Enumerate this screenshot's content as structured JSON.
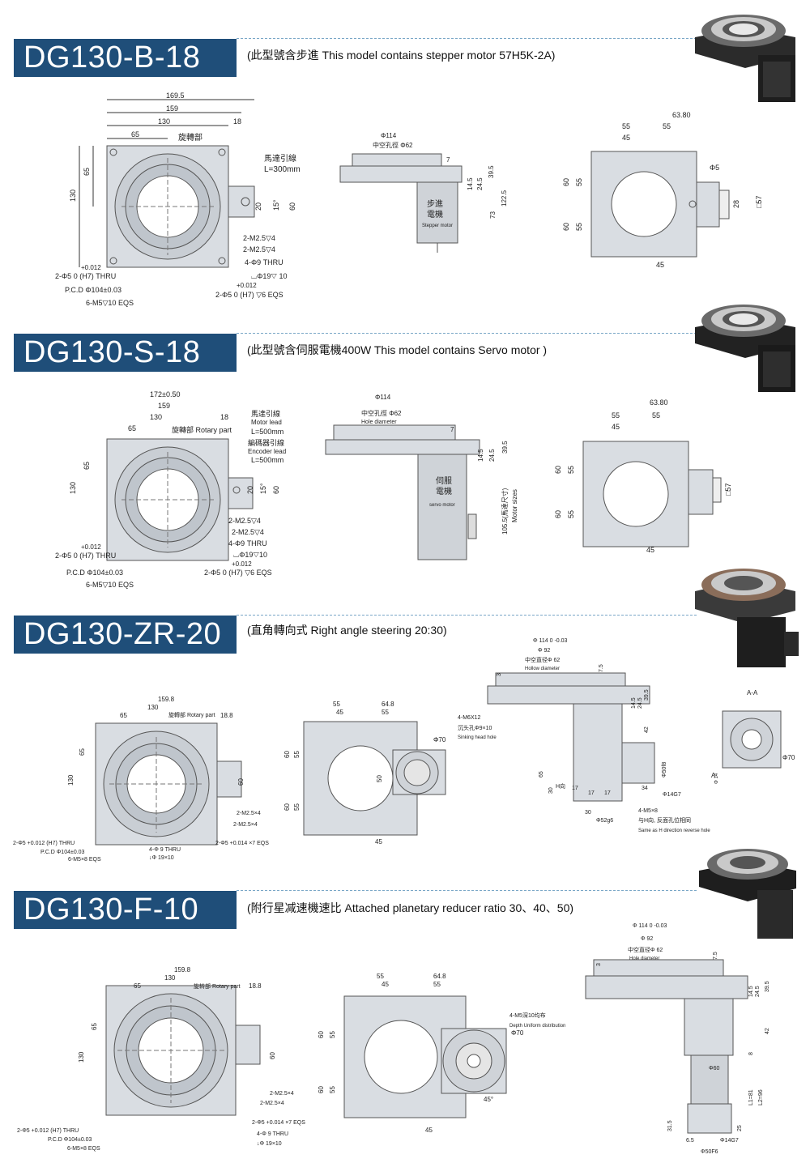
{
  "sections": [
    {
      "title": "DG130-B-18",
      "description": "(此型號含步進 This model contains stepper motor 57H5K-2A)",
      "top_view": {
        "dims": [
          "169.5",
          "159",
          "130",
          "65",
          "18",
          "65",
          "130",
          "20",
          "15°",
          "60"
        ],
        "labels": [
          "旋轉部",
          "馬達引線",
          "L=300mm",
          "2-M2.5▽4",
          "2-M2.5▽4",
          "4-Φ9 THRU",
          "⌴Φ19▽ 10",
          "+0.012",
          "2-Φ5   0  (H7) THRU",
          "P.C.D  Φ104±0.03",
          "6-M5▽10 EQS",
          "+0.012",
          "2-Φ5   0  (H7) ▽6 EQS"
        ]
      },
      "side_view": {
        "dims": [
          "Φ114",
          "中空孔徑  Φ62",
          "7",
          "14.5",
          "24.5",
          "39.5",
          "73",
          "122.5"
        ],
        "motor_label": [
          "步進",
          "電機",
          "Stepper motor"
        ]
      },
      "bottom_view": {
        "dims": [
          "63.80",
          "55",
          "55",
          "45",
          "Φ5",
          "60",
          "55",
          "60",
          "55",
          "28",
          "□57",
          "45"
        ]
      }
    },
    {
      "title": "DG130-S-18",
      "description": "(此型號含伺服電機400W  This model contains Servo motor )",
      "top_view": {
        "dims": [
          "172±0.50",
          "159",
          "130",
          "65",
          "18",
          "65",
          "130",
          "20",
          "15°",
          "60"
        ],
        "labels": [
          "旋轉部 Rotary part",
          "馬達引線",
          "Motor lead",
          "L=500mm",
          "編碼器引線",
          "Encoder lead",
          "L=500mm",
          "2-M2.5▽4",
          "2-M2.5▽4",
          "4-Φ9 THRU",
          "⌴Φ19▽10",
          "+0.012",
          "2-Φ5   0  (H7) THRU",
          "P.C.D  Φ104±0.03",
          "6-M5▽10 EQS",
          "+0.012",
          "2-Φ5   0  (H7) ▽6 EQS"
        ]
      },
      "side_view": {
        "dims": [
          "Φ114",
          "中空孔徑  Φ62",
          "Hole diameter",
          "7",
          "14.5",
          "24.5",
          "39.5",
          "105.5(馬達尺寸)",
          "Motor sizes"
        ],
        "motor_label": [
          "伺服",
          "電機",
          "servo motor"
        ]
      },
      "bottom_view": {
        "dims": [
          "63.80",
          "55",
          "55",
          "45",
          "60",
          "55",
          "60",
          "55",
          "□57",
          "45"
        ]
      }
    },
    {
      "title": "DG130-ZR-20",
      "description": "(直角轉向式 Right angle steering 20:30)",
      "top_view": {
        "dims": [
          "159.8",
          "130",
          "65",
          "18.8",
          "65",
          "130",
          "60"
        ],
        "labels": [
          "旋轉部 Rotary part",
          "2-M2.5×4",
          "2-M2.5×4",
          "2-Φ5 +0.012 (H7) THRU",
          "P.C.D Φ104±0.03",
          "6-M5×8 EQS",
          "4-Φ 9 THRU",
          "↓Φ 19×10",
          "2-Φ5 +0.014 ×7 EQS"
        ]
      },
      "bottom_view": {
        "dims": [
          "55",
          "45",
          "64.8",
          "55",
          "60",
          "55",
          "60",
          "55",
          "50",
          "45",
          "Φ70"
        ],
        "labels": [
          "4-M6X12",
          "沉头孔Φ9×10",
          "Sinking head hole"
        ]
      },
      "side_view": {
        "dims": [
          "Φ 114 0 -0.03",
          "Φ 92",
          "中空直径Φ 62",
          "Hollow diameter",
          "7.5",
          "3",
          "14.5",
          "24.5",
          "39.5",
          "42",
          "65",
          "30",
          "17",
          "17",
          "17",
          "34",
          "30",
          "Φ14G7",
          "Φ52g6",
          "Φ50f8"
        ],
        "labels": [
          "H向",
          "4-M5×8",
          "与H向, 反面孔位相同",
          "Same as H direction reverse hole"
        ]
      },
      "section_view": {
        "labels": [
          "A-A",
          "A",
          "Φ70",
          "Φ 14"
        ]
      }
    },
    {
      "title": "DG130-F-10",
      "description": "(附行星减速機速比 Attached planetary reducer ratio 30、40、50)",
      "top_view": {
        "dims": [
          "159.8",
          "130",
          "65",
          "18.8",
          "65",
          "130",
          "60"
        ],
        "labels": [
          "旋转部 Rotary part",
          "2-M2.5×4",
          "2-M2.5×4",
          "2-Φ5 +0.014 ×7 EQS",
          "4-Φ 9 THRU",
          "↓Φ 19×10",
          "2-Φ5 +0.012 (H7) THRU",
          "P.C.D Φ104±0.03",
          "6-M5×8 EQS"
        ]
      },
      "bottom_view": {
        "dims": [
          "55",
          "45",
          "64.8",
          "55",
          "60",
          "55",
          "60",
          "55",
          "45",
          "45°",
          "Φ70"
        ],
        "labels": [
          "4-M5深10均布",
          "Depth  Uniform distribution"
        ]
      },
      "side_view": {
        "dims": [
          "Φ 114 0 -0.03",
          "Φ 92",
          "中空直径Φ 62",
          "Hole diameter",
          "7.5",
          "3",
          "14.5",
          "24.5",
          "39.5",
          "42",
          "8",
          "Φ60",
          "L1=81",
          "L2=96",
          "31.5",
          "25",
          "6.5",
          "Φ14G7",
          "Φ50F6"
        ]
      }
    }
  ]
}
